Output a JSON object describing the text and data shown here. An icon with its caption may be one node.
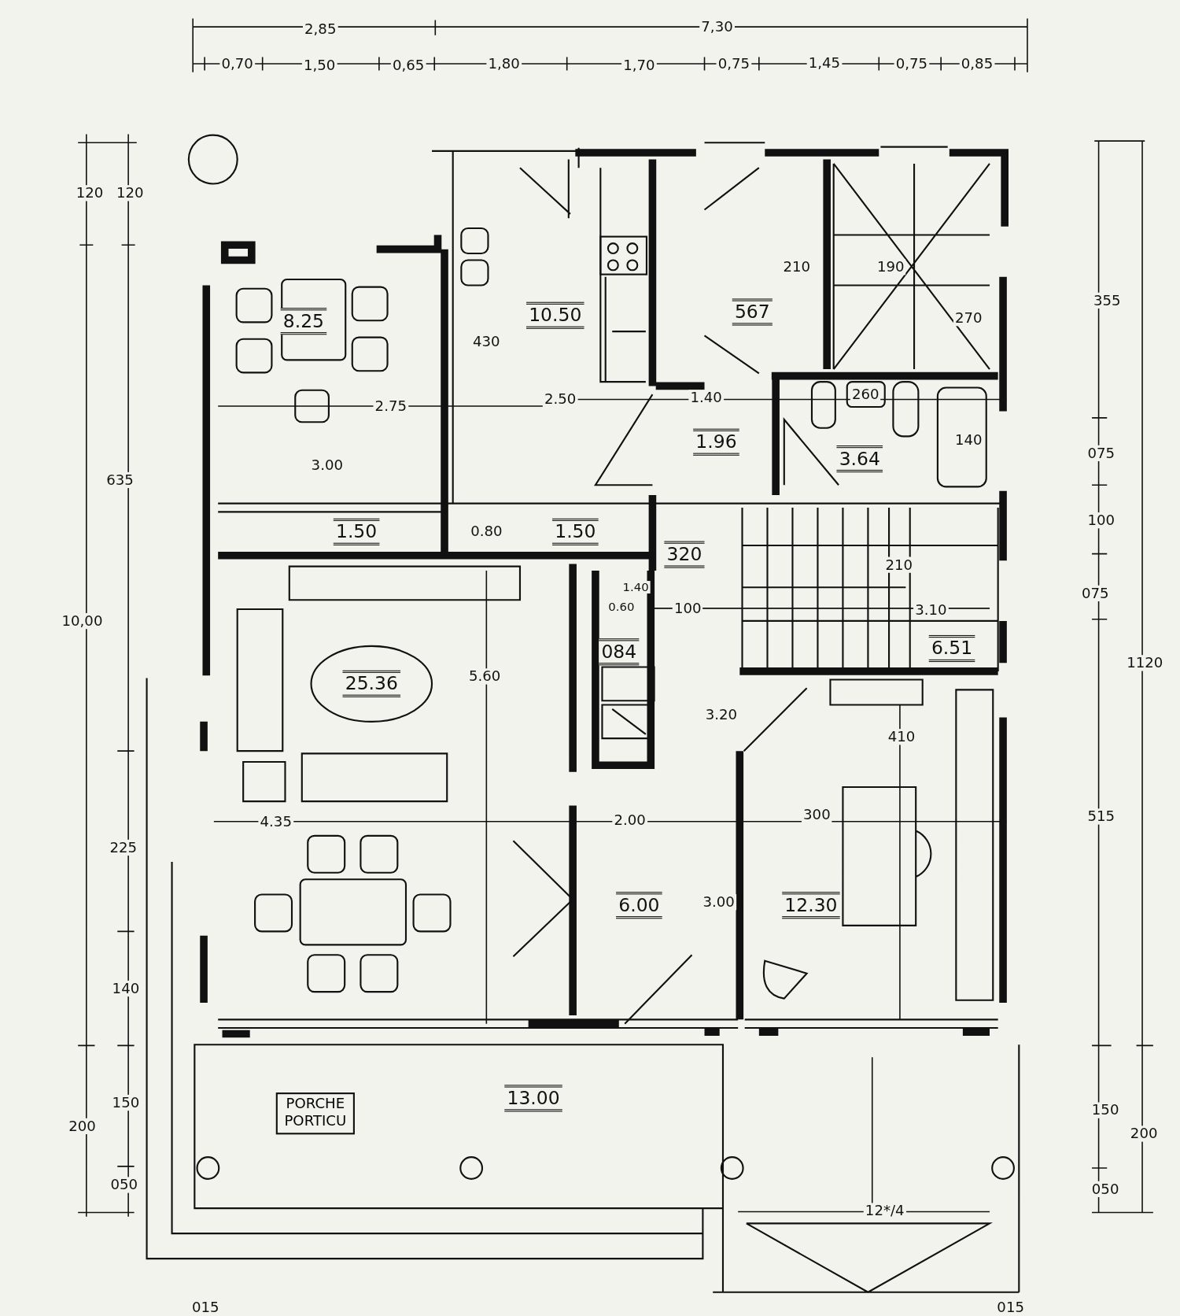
{
  "diagram": {
    "nodes": [
      {
        "text": [
          "PORCHE PORTICU"
        ]
      }
    ],
    "edges": [],
    "labels": [
      "2,85",
      "7,30",
      "0,70",
      "1,50",
      "0,65",
      "1,80",
      "1,70",
      "0,75",
      "1,45",
      "0,75",
      "0,85",
      "120",
      "120",
      "635",
      "10,00",
      "225",
      "140",
      "150",
      "200",
      "050",
      "355",
      "075",
      "100",
      "075",
      "1120",
      "515",
      "150",
      "200",
      "050",
      "015",
      "015",
      "8.25",
      "10.50",
      "567",
      "1.96",
      "3.64",
      "1.50",
      "1.50",
      "320",
      "25.36",
      "084",
      "6.51",
      "6.00",
      "12.30",
      "13.00",
      "210",
      "190",
      "270",
      "430",
      "2.75",
      "2.50",
      "1.40",
      "260",
      "140",
      "3.00",
      "0.80",
      "1.40",
      "0.60",
      "100",
      "210",
      "3.10",
      "5.60",
      "3.20",
      "410",
      "4.35",
      "2.00",
      "300",
      "3.00",
      "12*/4"
    ]
  }
}
